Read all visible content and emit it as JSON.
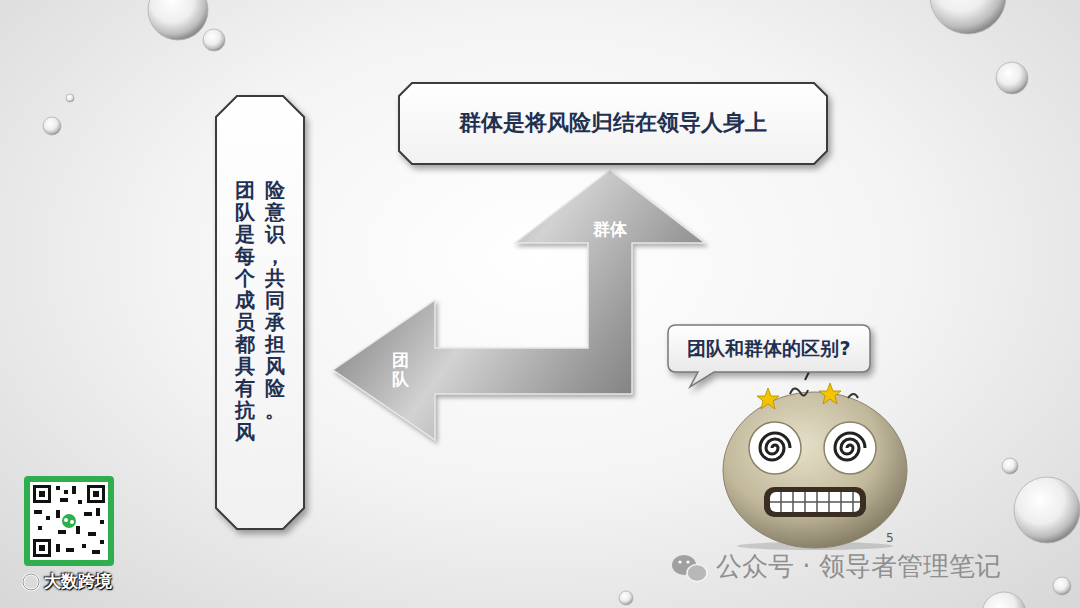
{
  "diagram": {
    "nodes": [
      {
        "text": [
          "群体是将风险归结在领导人身上"
        ]
      },
      {
        "text": [
          "团队是每个成员都具有抗风险意识，共同承担风险。"
        ]
      },
      {
        "text": [
          "团队和群体的区别?"
        ]
      }
    ],
    "labels": [
      "群体",
      "团队",
      "5",
      "公众号 · 领导者管理笔记",
      "大数跨境"
    ]
  }
}
